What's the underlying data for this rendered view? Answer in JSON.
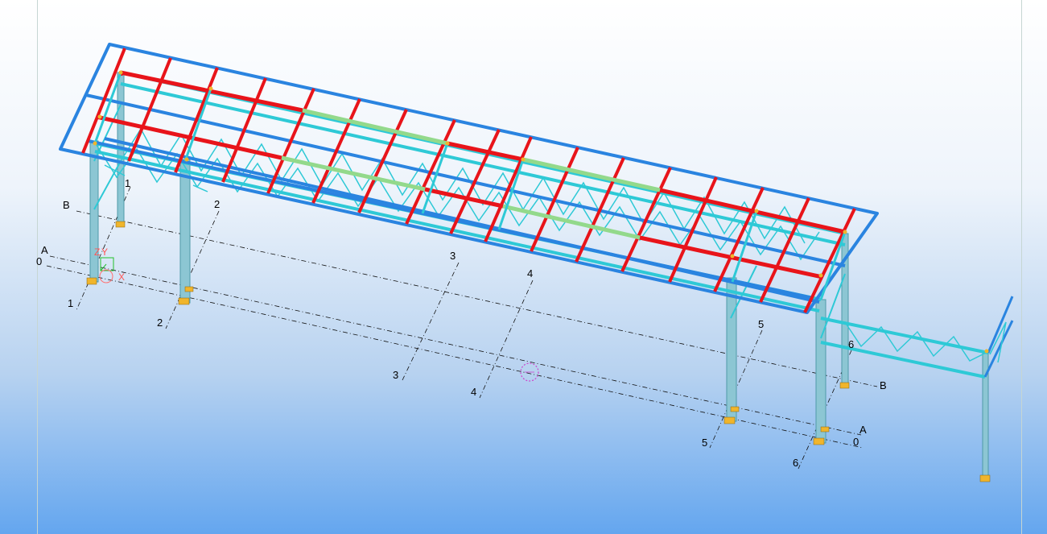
{
  "grid_labels": {
    "axis_1": "1",
    "axis_2": "2",
    "axis_3": "3",
    "axis_4": "4",
    "axis_5": "5",
    "axis_6": "6",
    "axis_A": "A",
    "axis_B": "B",
    "axis_0": "0"
  },
  "coordinate_system": {
    "x_label": "X",
    "y_label": "Y",
    "z_label": "Z"
  },
  "colors": {
    "primary_member": "#e8141a",
    "secondary_member": "#2ec9d6",
    "edge_member": "#2a84e0",
    "highlight_member": "#93d98b",
    "column": "#8cc6d3",
    "base_plate": "#f0b52c",
    "grid_line": "#000000",
    "pivot_marker": "#cc44cc"
  },
  "icons": {
    "pivot": "rotation-pivot-icon",
    "ucs": "coordinate-system-icon"
  }
}
